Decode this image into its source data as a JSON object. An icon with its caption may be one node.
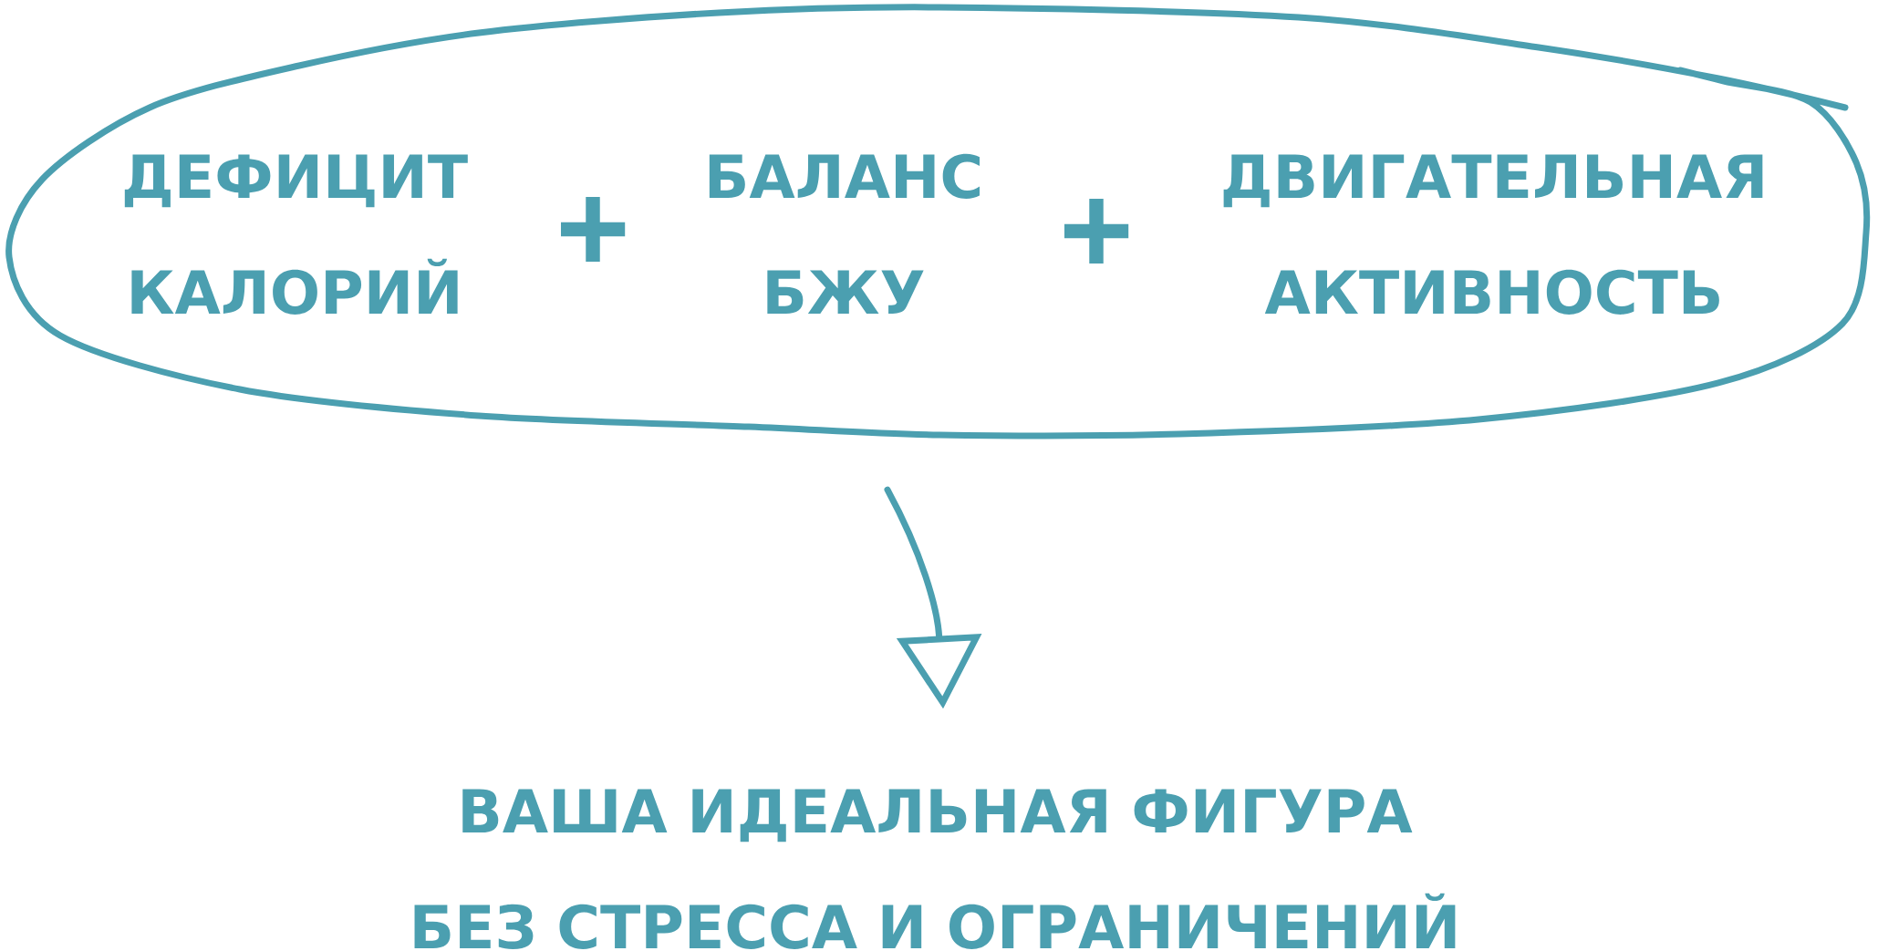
{
  "diagram": {
    "nodes": [
      {
        "text": [
          "ДЕФИЦИТ КАЛОРИЙ",
          "БАЛАНС БЖУ",
          "ДВИГАТЕЛЬНАЯ АКТИВНОСТЬ"
        ]
      },
      {
        "text": [
          "ВАША ИДЕАЛЬНАЯ ФИГУРА БЕЗ СТРЕССА И ОГРАНИЧЕНИЙ"
        ]
      }
    ],
    "edges": [
      {
        "from": 0,
        "to": 1,
        "arrow": "to"
      }
    ],
    "labels": [
      "+",
      "+"
    ]
  }
}
